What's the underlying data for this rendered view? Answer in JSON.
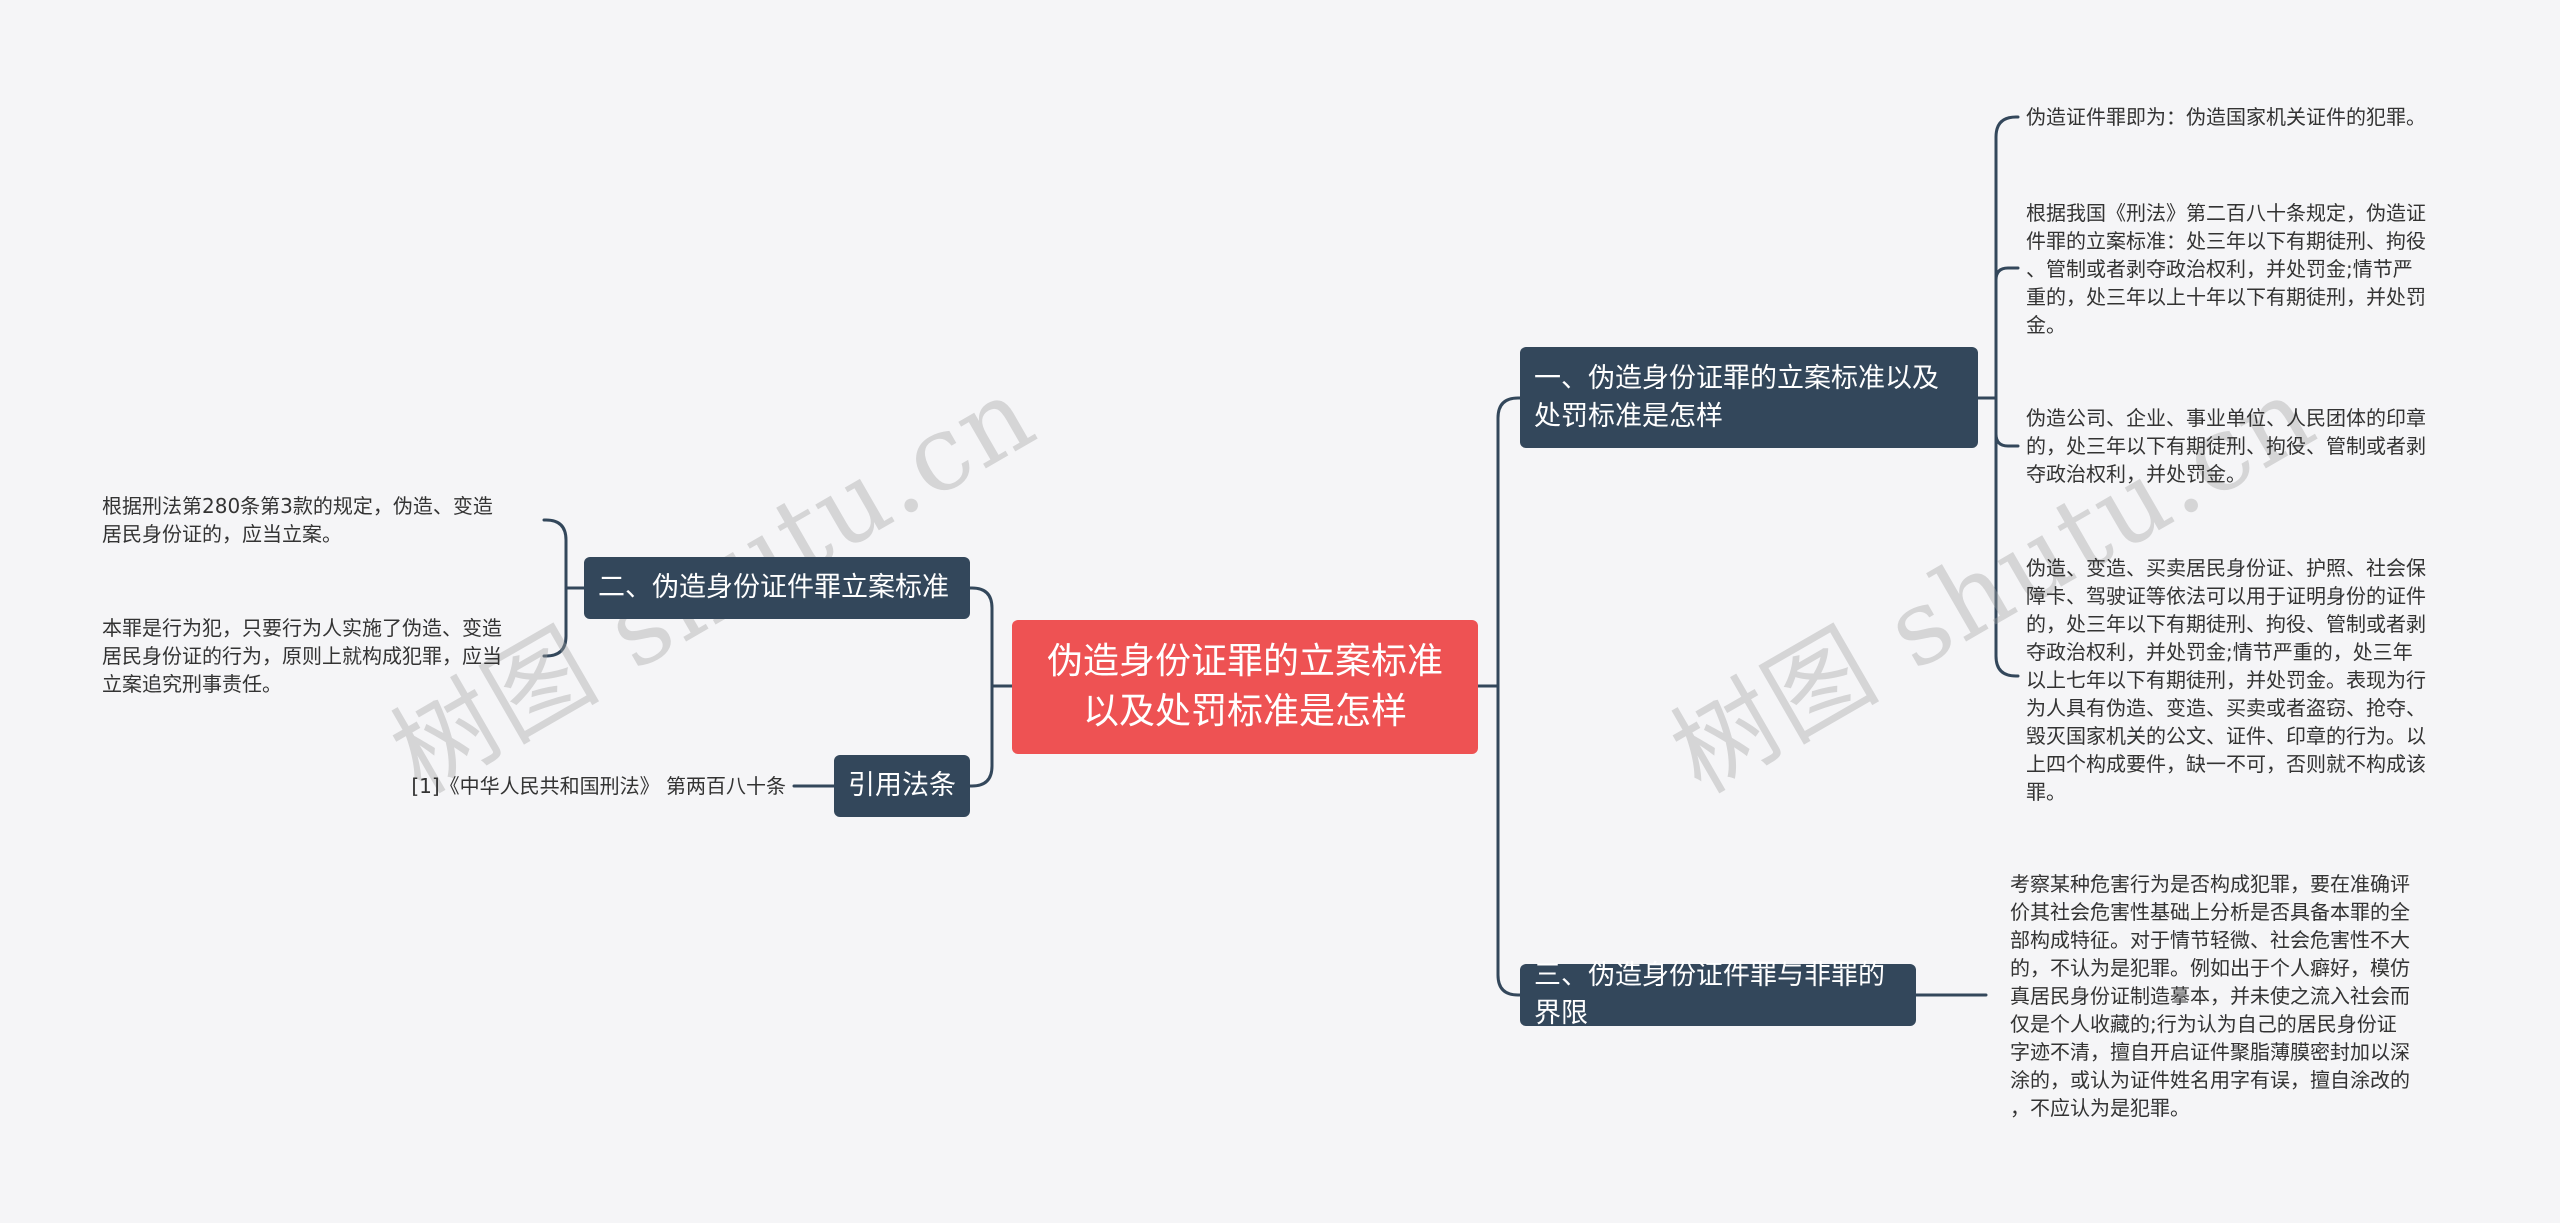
{
  "root": {
    "label": "伪造身份证罪的立案标准\n以及处罚标准是怎样"
  },
  "branches": {
    "b1": {
      "label": "一、伪造身份证罪的立案标准以及\n处罚标准是怎样"
    },
    "b2": {
      "label": "二、伪造身份证件罪立案标准"
    },
    "b3": {
      "label": "三、伪造身份证件罪与非罪的界限"
    },
    "b4": {
      "label": "引用法条"
    }
  },
  "leaves": {
    "l1": "伪造证件罪即为：伪造国家机关证件的犯罪。",
    "l2": "根据我国《刑法》第二百八十条规定，伪造证\n件罪的立案标准：处三年以下有期徒刑、拘役\n、管制或者剥夺政治权利，并处罚金;情节严\n重的，处三年以上十年以下有期徒刑，并处罚\n金。",
    "l3": "伪造公司、企业、事业单位、人民团体的印章\n的，处三年以下有期徒刑、拘役、管制或者剥\n夺政治权利，并处罚金。",
    "l4": "伪造、变造、买卖居民身份证、护照、社会保\n障卡、驾驶证等依法可以用于证明身份的证件\n的，处三年以下有期徒刑、拘役、管制或者剥\n夺政治权利，并处罚金;情节严重的，处三年\n以上七年以下有期徒刑，并处罚金。表现为行\n为人具有伪造、变造、买卖或者盗窃、抢夺、\n毁灭国家机关的公文、证件、印章的行为。以\n上四个构成要件，缺一不可，否则就不构成该\n罪。",
    "l5": "根据刑法第280条第3款的规定，伪造、变造\n居民身份证的，应当立案。",
    "l6": "本罪是行为犯，只要行为人实施了伪造、变造\n居民身份证的行为，原则上就构成犯罪，应当\n立案追究刑事责任。",
    "l7": "考察某种危害行为是否构成犯罪，要在准确评\n价其社会危害性基础上分析是否具备本罪的全\n部构成特征。对于情节轻微、社会危害性不大\n的，不认为是犯罪。例如出于个人癖好，模仿\n真居民身份证制造摹本，并未使之流入社会而\n仅是个人收藏的;行为认为自己的居民身份证\n字迹不清，擅自开启证件聚脂薄膜密封加以深\n涂的，或认为证件姓名用字有误，擅自涂改的\n，不应认为是犯罪。",
    "l8": "[1]《中华人民共和国刑法》 第两百八十条"
  },
  "watermarks": [
    "树图 shutu.cn",
    "树图 shutu.cn"
  ],
  "colors": {
    "background": "#f5f5f7",
    "root": "#ee5253",
    "branch": "#33475b",
    "connector": "#33475b",
    "leaf_text": "#333333"
  }
}
